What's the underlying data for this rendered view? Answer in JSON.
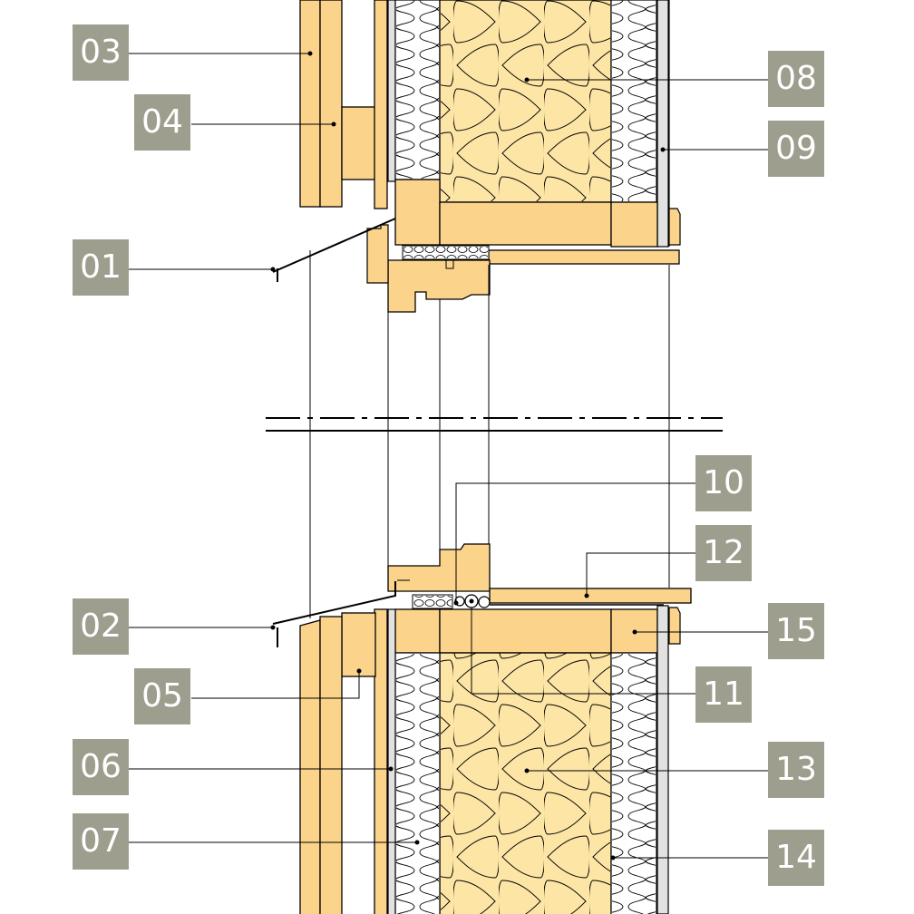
{
  "labels": {
    "l01": "01",
    "l02": "02",
    "l03": "03",
    "l04": "04",
    "l05": "05",
    "l06": "06",
    "l07": "07",
    "l08": "08",
    "l09": "09",
    "l10": "10",
    "l11": "11",
    "l12": "12",
    "l13": "13",
    "l14": "14",
    "l15": "15"
  },
  "colors": {
    "wood": "#fcd38a",
    "insulation": "#fde5a6",
    "board": "#e2e2e2",
    "line": "#000000",
    "tag": "#9e9e8e",
    "tag_text": "#ffffff"
  }
}
